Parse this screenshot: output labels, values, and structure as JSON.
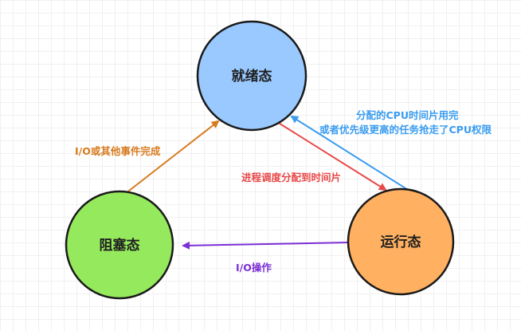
{
  "nodes": {
    "ready": {
      "label": "就绪态",
      "color": "#99c9ff"
    },
    "blocked": {
      "label": "阻塞态",
      "color": "#95e95c"
    },
    "running": {
      "label": "运行态",
      "color": "#ffb060"
    }
  },
  "edges": {
    "io_complete": {
      "label": "I/O或其他事件完成",
      "color": "#d77a1e"
    },
    "schedule": {
      "label": "进程调度分配到时间片",
      "color": "#e84848"
    },
    "preempt": {
      "label_line1": "分配的CPU时间片用完",
      "label_line2": "或者优先级更高的任务抢走了CPU权限",
      "color": "#3a9cf0"
    },
    "io_op": {
      "label": "I/O操作",
      "color": "#7b2fd6"
    }
  }
}
